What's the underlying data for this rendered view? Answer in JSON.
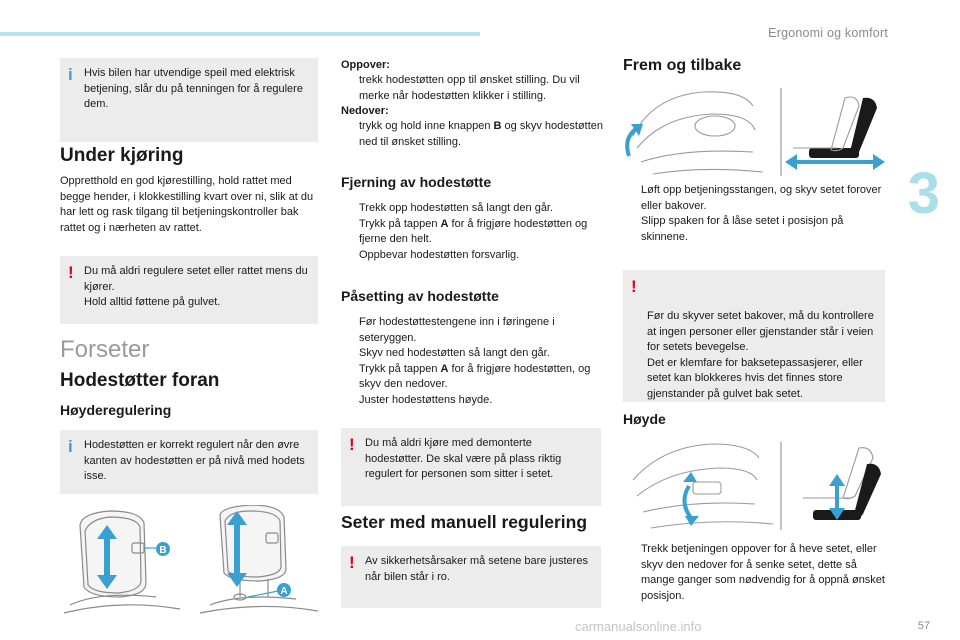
{
  "header": {
    "title": "Ergonomi og komfort",
    "chapter": "3",
    "page": "57"
  },
  "bullet_glyph": "",
  "col1": {
    "info_mirror": "Hvis bilen har utvendige speil med elektrisk betjening, slår du på tenningen for å regulere dem.",
    "h_driving": "Under kjøring",
    "p_driving": "Oppretthold en god kjørestilling, hold rattet med begge hender, i klokkestilling kvart over ni, slik at du har lett og rask tilgang til betjeningskontroller bak rattet og i nærheten av rattet.",
    "warn_seat_1": "Du må aldri regulere setet eller rattet mens du kjører.",
    "warn_seat_2": "Hold alltid føttene på gulvet.",
    "h_front_seats": "Forseter",
    "h_headrests": "Hodestøtter foran",
    "h_height": "Høyderegulering",
    "info_headrest": "Hodestøtten er korrekt regulert når den øvre kanten av hodestøtten er på nivå med hodets isse.",
    "label_b": "B",
    "label_a": "A"
  },
  "col2": {
    "up_label": "Oppover:",
    "up_items": [
      "trekk hodestøtten opp til ønsket stilling. Du vil merke når hodestøtten klikker i stilling."
    ],
    "down_label": "Nedover:",
    "down_items": [
      {
        "pre": "trykk og hold inne knappen ",
        "key": "B",
        "post": " og skyv hodestøtten ned til ønsket stilling."
      }
    ],
    "h_removal": "Fjerning av hodestøtte",
    "removal_items": [
      {
        "pre": "Trekk opp hodestøtten så langt den går.",
        "key": "",
        "post": ""
      },
      {
        "pre": "Trykk på tappen ",
        "key": "A",
        "post": " for å frigjøre hodestøtten og fjerne den helt."
      },
      {
        "pre": "Oppbevar hodestøtten forsvarlig.",
        "key": "",
        "post": ""
      }
    ],
    "h_fitting": "Påsetting av hodestøtte",
    "fitting_items": [
      {
        "pre": "Før hodestøttestengene inn i føringene i seteryggen.",
        "key": "",
        "post": ""
      },
      {
        "pre": "Skyv ned hodestøtten så langt den går.",
        "key": "",
        "post": ""
      },
      {
        "pre": "Trykk på tappen ",
        "key": "A",
        "post": " for å frigjøre hodestøtten, og skyv den nedover."
      },
      {
        "pre": "Juster hodestøttens høyde.",
        "key": "",
        "post": ""
      }
    ],
    "warn_removed": "Du må aldri kjøre med demonterte hodestøtter. De skal være på plass riktig regulert for personen som sitter i setet.",
    "h_manual": "Seter med manuell regulering",
    "warn_manual": "Av sikkerhetsårsaker må setene bare justeres når bilen står i ro."
  },
  "col3": {
    "h_fwd_back": "Frem og tilbake",
    "fwd_items": [
      "Løft opp betjeningsstangen, og skyv setet forover eller bakover.",
      "Slipp spaken for å låse setet i posisjon på skinnene."
    ],
    "warn_backward": "Før du skyver setet bakover, må du kontrollere at ingen personer eller gjenstander står i veien for setets bevegelse.\nDet er klemfare for baksetepassasjerer, eller setet kan blokkeres hvis det finnes store gjenstander på gulvet bak setet.",
    "h_height": "Høyde",
    "height_items": [
      "Trekk betjeningen oppover for å heve setet, eller skyv den nedover for å senke setet, dette så mange ganger som nødvendig for å oppnå ønsket posisjon."
    ]
  },
  "footer": {
    "watermark": "carmanualsonline.info"
  },
  "colors": {
    "accent": "#a8dfe9",
    "info": "#3a9fd1",
    "warning": "#e2001a",
    "box_bg": "#ececec"
  }
}
